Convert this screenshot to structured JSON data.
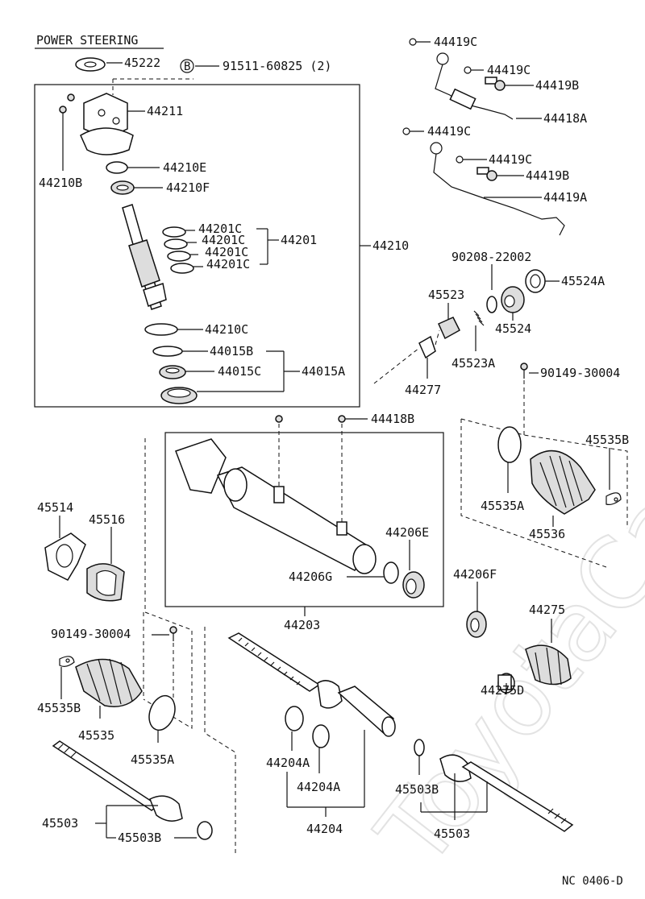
{
  "title": "POWER STEERING",
  "drawing_code": "NC 0406-D",
  "watermark": "ToyotaCarMine.ru",
  "bolt_marker": "B",
  "labels": {
    "l45222": "45222",
    "l91511": "91511-60825 (2)",
    "l44211": "44211",
    "l44210B": "44210B",
    "l44210E": "44210E",
    "l44210F": "44210F",
    "l44201C_1": "44201C",
    "l44201C_2": "44201C",
    "l44201C_3": "44201C",
    "l44201C_4": "44201C",
    "l44201": "44201",
    "l44210": "44210",
    "l44210C": "44210C",
    "l44015B": "44015B",
    "l44015C": "44015C",
    "l44015A": "44015A",
    "l44419C_1": "44419C",
    "l44419C_2": "44419C",
    "l44419B_1": "44419B",
    "l44418A": "44418A",
    "l44419C_3": "44419C",
    "l44419C_4": "44419C",
    "l44419B_2": "44419B",
    "l44419A": "44419A",
    "l90208": "90208-22002",
    "l45524A": "45524A",
    "l45523": "45523",
    "l45524": "45524",
    "l45523A": "45523A",
    "l44277": "44277",
    "l90149_1": "90149-30004",
    "l44418B": "44418B",
    "l45535B_1": "45535B",
    "l45535A_1": "45535A",
    "l45536": "45536",
    "l45514": "45514",
    "l45516": "45516",
    "l44206E": "44206E",
    "l44206G": "44206G",
    "l44203": "44203",
    "l44206F": "44206F",
    "l44275": "44275",
    "l44275D": "44275D",
    "l90149_2": "90149-30004",
    "l45535B_2": "45535B",
    "l45535": "45535",
    "l45535A_2": "45535A",
    "l44204A_1": "44204A",
    "l44204A_2": "44204A",
    "l44204": "44204",
    "l45503B_1": "45503B",
    "l45503_1": "45503",
    "l45503B_2": "45503B",
    "l45503_2": "45503"
  }
}
